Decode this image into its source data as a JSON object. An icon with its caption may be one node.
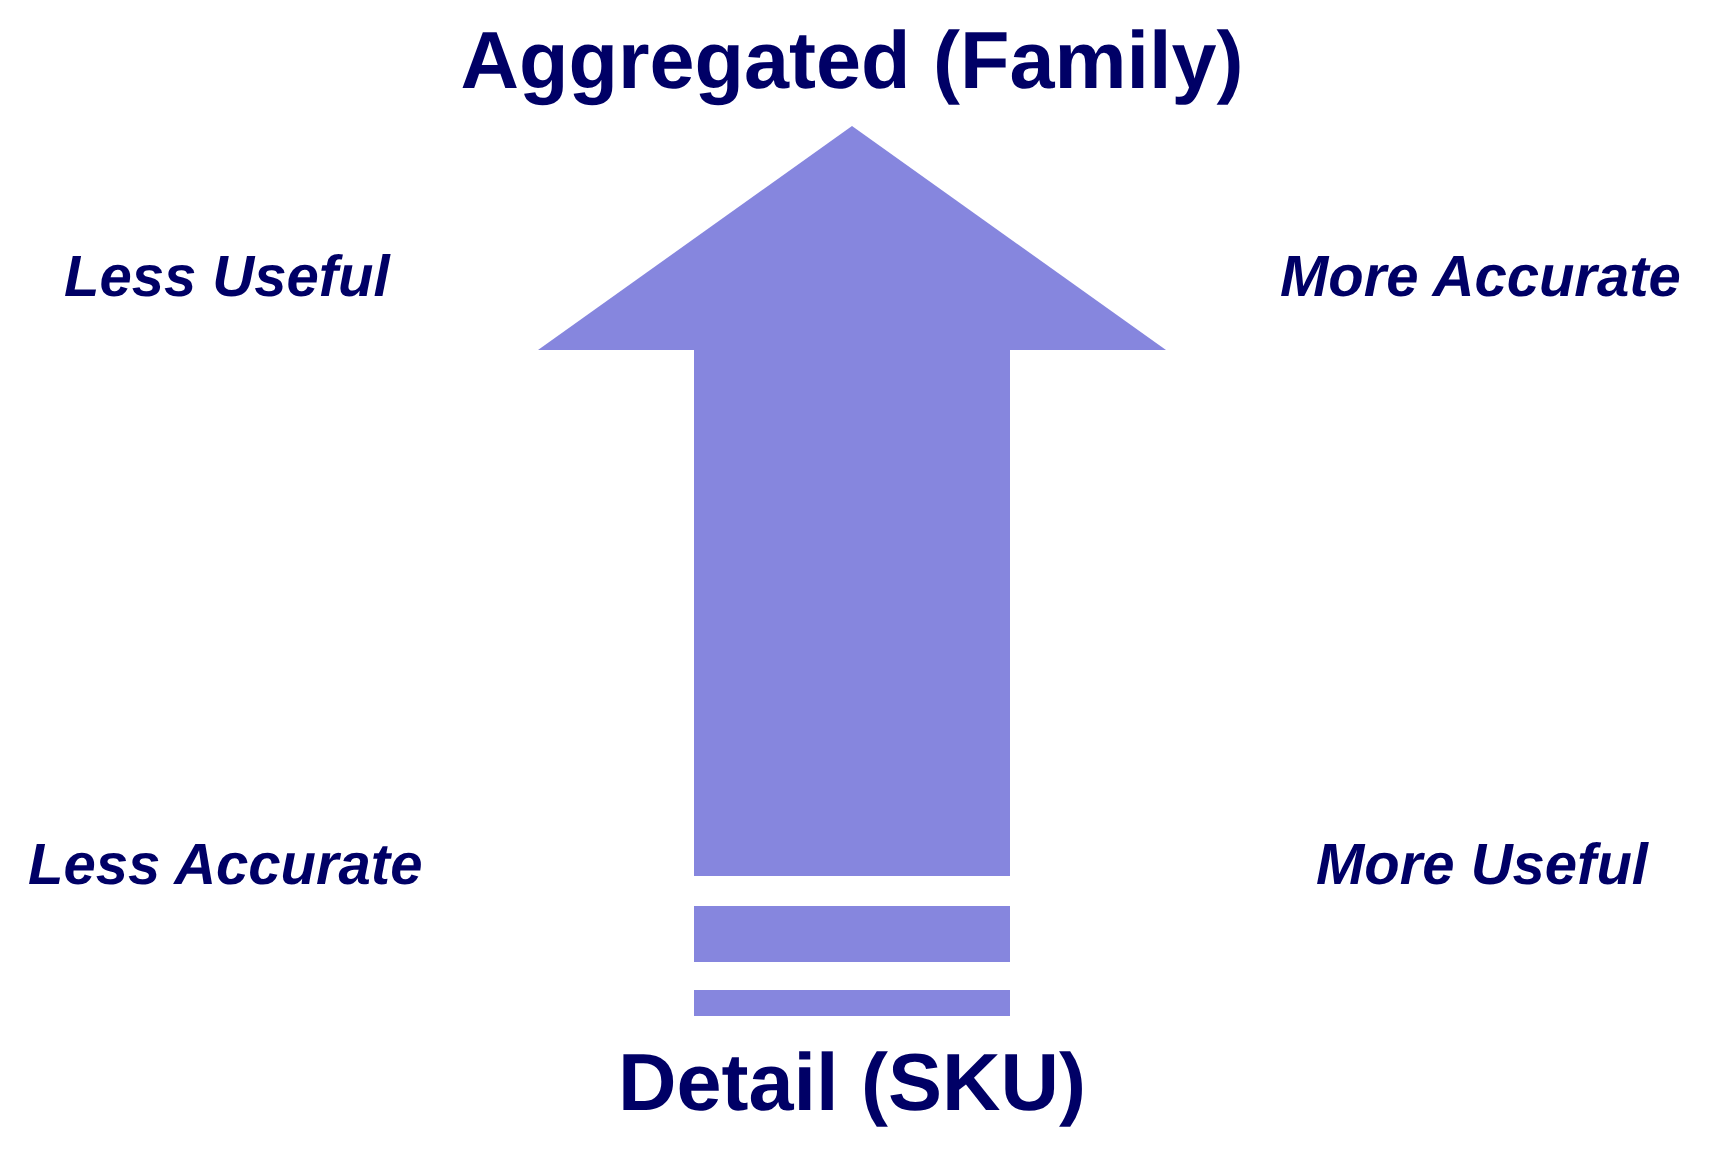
{
  "diagram": {
    "nodes": [
      {
        "text": [
          "Aggregated (Family)"
        ]
      },
      {
        "text": [
          "Detail (SKU)"
        ]
      }
    ],
    "edges": [
      {
        "from": 1,
        "to": 0,
        "arrow": "to",
        "color": "#8686de"
      }
    ],
    "labels": [
      "Less Useful",
      "More Accurate",
      "Less Accurate",
      "More Useful"
    ]
  }
}
